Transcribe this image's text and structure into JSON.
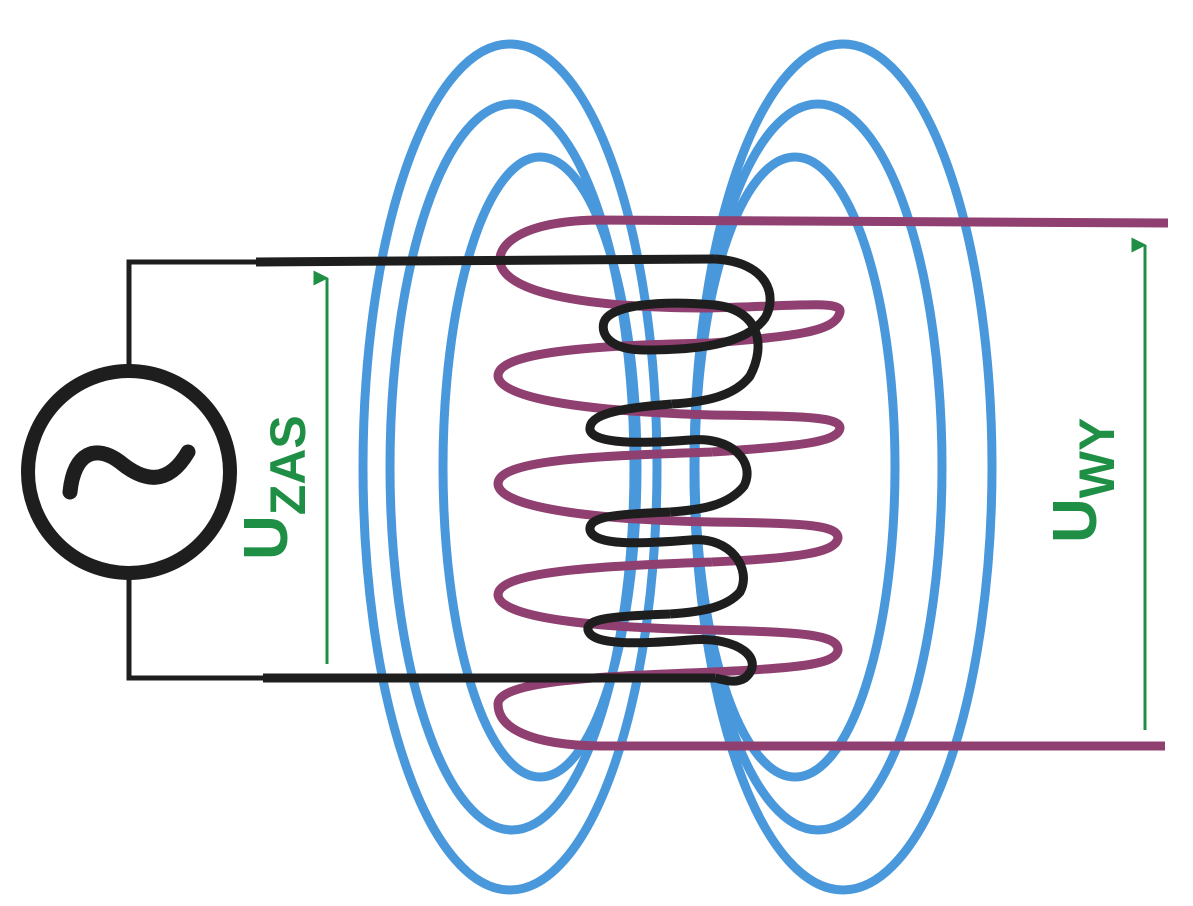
{
  "labels": {
    "input_voltage": {
      "main": "U",
      "sub": "ZAS"
    },
    "output_voltage": {
      "main": "U",
      "sub": "WY"
    },
    "source_symbol": "~"
  },
  "colors": {
    "field_lines": "#4a98dc",
    "primary_coil": "#1e1e1e",
    "secondary_coil": "#8f3f70",
    "voltage_arrows": "#1f8f45",
    "wires": "#1e1e1e"
  }
}
